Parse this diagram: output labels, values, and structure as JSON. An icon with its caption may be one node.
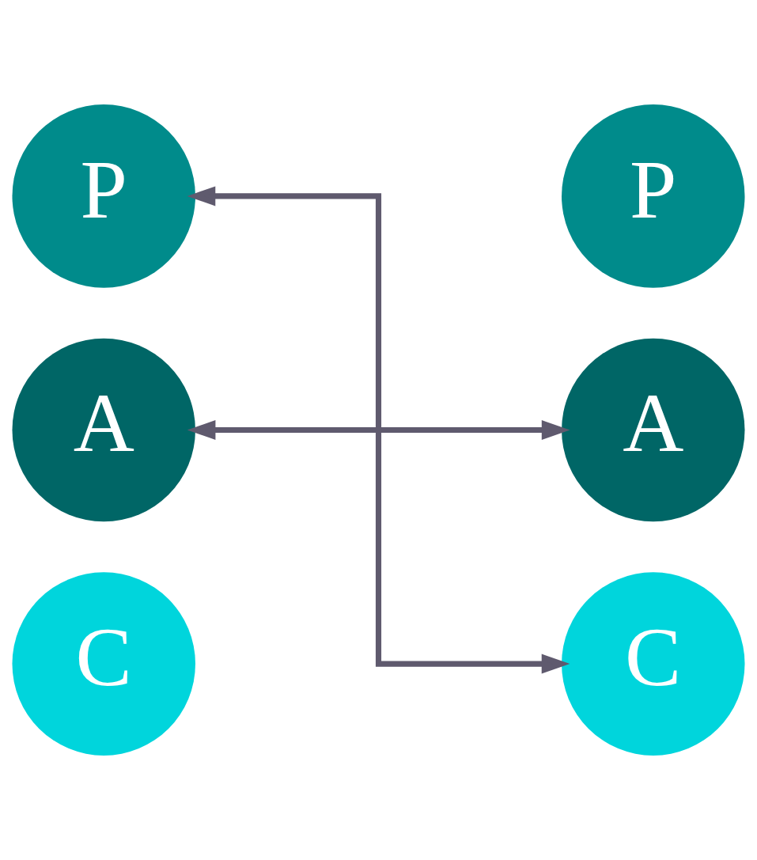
{
  "diagram": {
    "nodes": [
      {
        "text": [
          "P"
        ]
      },
      {
        "text": [
          "P"
        ]
      },
      {
        "text": [
          "A"
        ]
      },
      {
        "text": [
          "A"
        ]
      },
      {
        "text": [
          "C"
        ]
      },
      {
        "text": [
          "C"
        ]
      }
    ],
    "edges": [
      {
        "from": 0,
        "to": 5,
        "arrow": "both"
      },
      {
        "from": 2,
        "to": 3,
        "arrow": "both"
      }
    ]
  }
}
